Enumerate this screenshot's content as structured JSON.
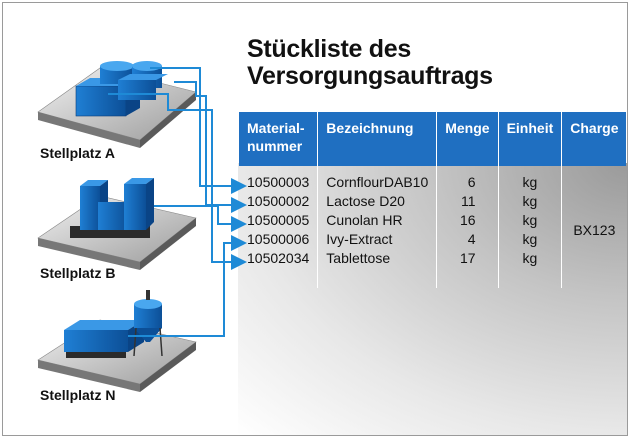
{
  "title": {
    "line1": "Stückliste des",
    "line2": "Versorgungsauftrags"
  },
  "table": {
    "headers": [
      "Material-\nnummer",
      "Bezeichnung",
      "Menge",
      "Einheit",
      "Charge"
    ],
    "rows": [
      [
        "10500003",
        "CornflourDAB10",
        "6",
        "kg"
      ],
      [
        "10500002",
        "Lactose D20",
        "11",
        "kg"
      ],
      [
        "10500005",
        "Cunolan HR",
        "16",
        "kg"
      ],
      [
        "10500006",
        "Ivy-Extract",
        "4",
        "kg"
      ],
      [
        "10502034",
        "Tablettose",
        "17",
        "kg"
      ]
    ],
    "charge": "BX123"
  },
  "locations": [
    {
      "label": "Stellplatz A",
      "icon": "tanks-icon"
    },
    {
      "label": "Stellplatz B",
      "icon": "containers-icon"
    },
    {
      "label": "Stellplatz N",
      "icon": "silo-icon"
    }
  ],
  "colors": {
    "accent": "#1f6fc1",
    "arrow": "#1e8ad6"
  }
}
